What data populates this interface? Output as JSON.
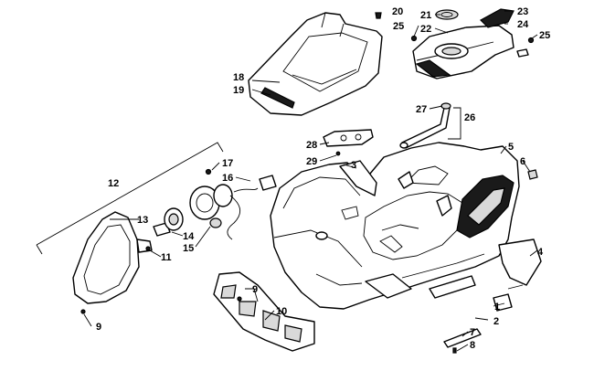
{
  "callouts": {
    "c1": "1",
    "c2": "2",
    "c3": "3",
    "c4": "4",
    "c5": "5",
    "c6": "6",
    "c7": "7",
    "c8": "8",
    "c9a": "9",
    "c9b": "9",
    "c10": "10",
    "c11": "11",
    "c12": "12",
    "c13": "13",
    "c14": "14",
    "c15": "15",
    "c16": "16",
    "c17": "17",
    "c18": "18",
    "c19": "19",
    "c20": "20",
    "c21": "21",
    "c22": "22",
    "c23": "23",
    "c24": "24",
    "c25a": "25",
    "c25b": "25",
    "c26": "26",
    "c27": "27",
    "c28": "28",
    "c29": "29"
  },
  "colors": {
    "line": "#000000",
    "fill": "#ffffff",
    "dark": "#1a1a1a",
    "shade": "#d9d9d9"
  }
}
